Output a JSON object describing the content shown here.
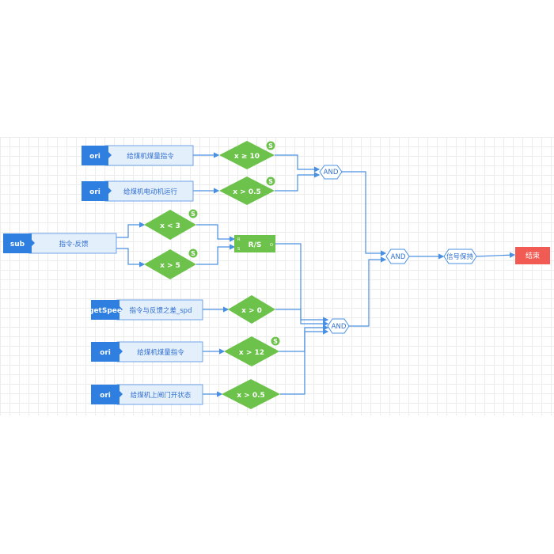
{
  "inputs": [
    {
      "tag": "ori",
      "label": "给煤机煤量指令"
    },
    {
      "tag": "ori",
      "label": "给煤机电动机运行"
    },
    {
      "tag": "sub",
      "label": "指令-反馈"
    },
    {
      "tag": "getSpee",
      "label": "指令与反馈之差_spd"
    },
    {
      "tag": "ori",
      "label": "给煤机煤量指令"
    },
    {
      "tag": "ori",
      "label": "给煤机上闸门开状态"
    }
  ],
  "conditions": [
    {
      "text": "x ≥ 10",
      "badge": "S"
    },
    {
      "text": "x > 0.5",
      "badge": "S"
    },
    {
      "text": "x < 3",
      "badge": "S"
    },
    {
      "text": "x > 5",
      "badge": "S"
    },
    {
      "text": "x > 0",
      "badge": ""
    },
    {
      "text": "x > 12",
      "badge": "S"
    },
    {
      "text": "x > 0.5",
      "badge": ""
    }
  ],
  "rs_block": {
    "label": "R/S",
    "pin_r": "R",
    "pin_s": "S",
    "pin_o": "O"
  },
  "gates": {
    "and1": "AND",
    "and2": "AND",
    "and3": "AND"
  },
  "hold": {
    "label": "信号保持"
  },
  "end": {
    "label": "结束"
  },
  "colors": {
    "tag_blue": "#2f7fe0",
    "label_bg": "#e4effc",
    "diamond_green": "#6cc24a",
    "wire_blue": "#4a90e2",
    "end_red": "#f15b53"
  }
}
